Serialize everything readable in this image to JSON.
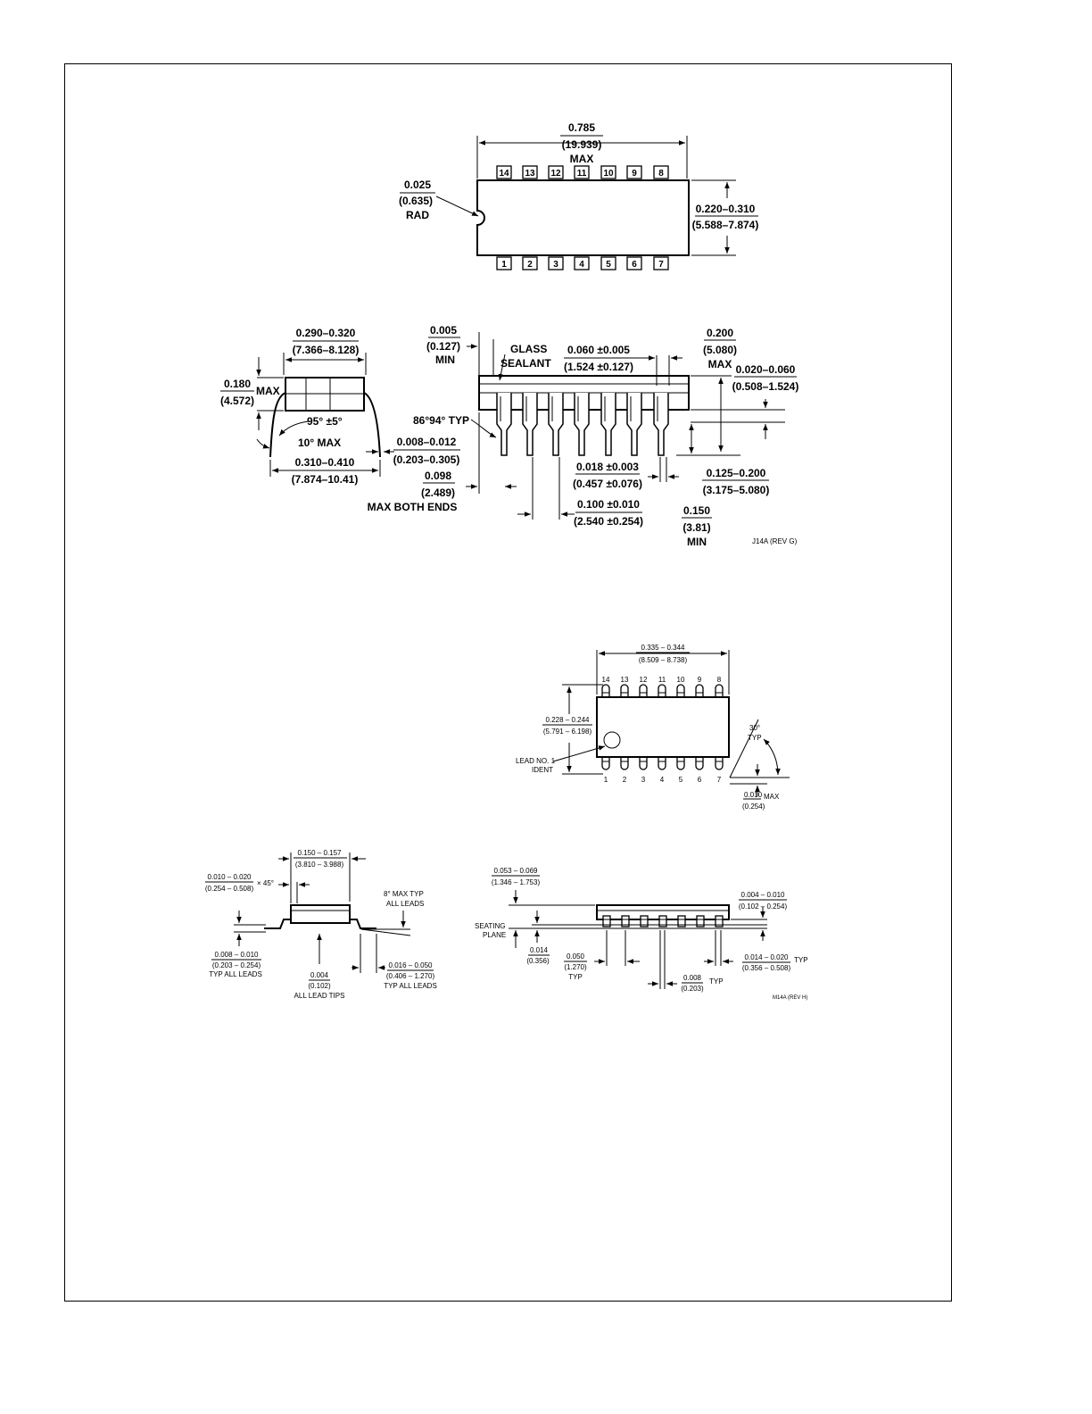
{
  "dip_top": {
    "width_in": "0.785",
    "width_mm": "(19.939)",
    "width_note": "MAX",
    "notch_in": "0.025",
    "notch_mm": "(0.635)",
    "notch_note": "RAD",
    "height_in": "0.220–0.310",
    "height_mm": "(5.588–7.874)",
    "pins_top": [
      "14",
      "13",
      "12",
      "11",
      "10",
      "9",
      "8"
    ],
    "pins_bottom": [
      "1",
      "2",
      "3",
      "4",
      "5",
      "6",
      "7"
    ]
  },
  "dip_side": {
    "end_width_in": "0.290–0.320",
    "end_width_mm": "(7.366–8.128)",
    "end_height_in": "0.180",
    "end_height_mm": "(4.572)",
    "end_height_note": "MAX",
    "angle_95": "95° ±5°",
    "angle_10": "10° MAX",
    "lead_thk_in": "0.008–0.012",
    "lead_thk_mm": "(0.203–0.305)",
    "lead_span_in": "0.310–0.410",
    "lead_span_mm": "(7.874–10.41)",
    "min_in": "0.005",
    "min_mm": "(0.127)",
    "min_note": "MIN",
    "glass_1": "GLASS",
    "glass_2": "SEALANT",
    "pitch_w_in": "0.060 ±0.005",
    "pitch_w_mm": "(1.524 ±0.127)",
    "body_h_in": "0.200",
    "body_h_mm": "(5.080)",
    "body_h_note": "MAX",
    "std_in": "0.020–0.060",
    "std_mm": "(0.508–1.524)",
    "angle_86": "86°94° TYP",
    "end_in": "0.098",
    "end_mm": "(2.489)",
    "end_note": "MAX BOTH ENDS",
    "lead_w_in": "0.018 ±0.003",
    "lead_w_mm": "(0.457 ±0.076)",
    "pitch_in": "0.100 ±0.010",
    "pitch_mm": "(2.540 ±0.254)",
    "lead_l_in": "0.125–0.200",
    "lead_l_mm": "(3.175–5.080)",
    "seat_in": "0.150",
    "seat_mm": "(3.81)",
    "seat_note": "MIN",
    "rev": "J14A (REV G)"
  },
  "so_top": {
    "width_in": "0.335 – 0.344",
    "width_mm": "(8.509 – 8.738)",
    "height_in": "0.228 – 0.244",
    "height_mm": "(5.791 – 6.198)",
    "lead1_1": "LEAD NO. 1",
    "lead1_2": "IDENT",
    "angle": "30°",
    "angle_note": "TYP",
    "pin_in": "0.010",
    "pin_note": "MAX",
    "pin_mm": "(0.254)",
    "pins_top": [
      "14",
      "13",
      "12",
      "11",
      "10",
      "9",
      "8"
    ],
    "pins_bottom": [
      "1",
      "2",
      "3",
      "4",
      "5",
      "6",
      "7"
    ]
  },
  "so_end": {
    "width_in": "0.150 – 0.157",
    "width_mm": "(3.810 – 3.988)",
    "chamfer_in": "0.010 – 0.020",
    "chamfer_mm": "(0.254 – 0.508)",
    "chamfer_note": "× 45°",
    "angle_1": "8° MAX TYP",
    "angle_2": "ALL LEADS",
    "thk_in": "0.008 – 0.010",
    "thk_mm": "(0.203 – 0.254)",
    "thk_note": "TYP ALL LEADS",
    "copl_in": "0.004",
    "copl_mm": "(0.102)",
    "copl_note": "ALL LEAD TIPS",
    "foot_in": "0.016 – 0.050",
    "foot_mm": "(0.406 – 1.270)",
    "foot_note": "TYP ALL LEADS"
  },
  "so_side": {
    "height_in": "0.053 – 0.069",
    "height_mm": "(1.346 – 1.753)",
    "stand_in": "0.004 – 0.010",
    "stand_mm": "(0.102 – 0.254)",
    "seat_1": "SEATING",
    "seat_2": "PLANE",
    "s14_in": "0.014",
    "s14_mm": "(0.356)",
    "pitch_in": "0.050",
    "pitch_mm": "(1.270)",
    "pitch_note": "TYP",
    "lw_in": "0.014 – 0.020",
    "lw_mm": "(0.356 – 0.508)",
    "lw_note": "TYP",
    "gap_in": "0.008",
    "gap_mm": "(0.203)",
    "gap_note": "TYP",
    "rev": "M14A (REV H)"
  }
}
